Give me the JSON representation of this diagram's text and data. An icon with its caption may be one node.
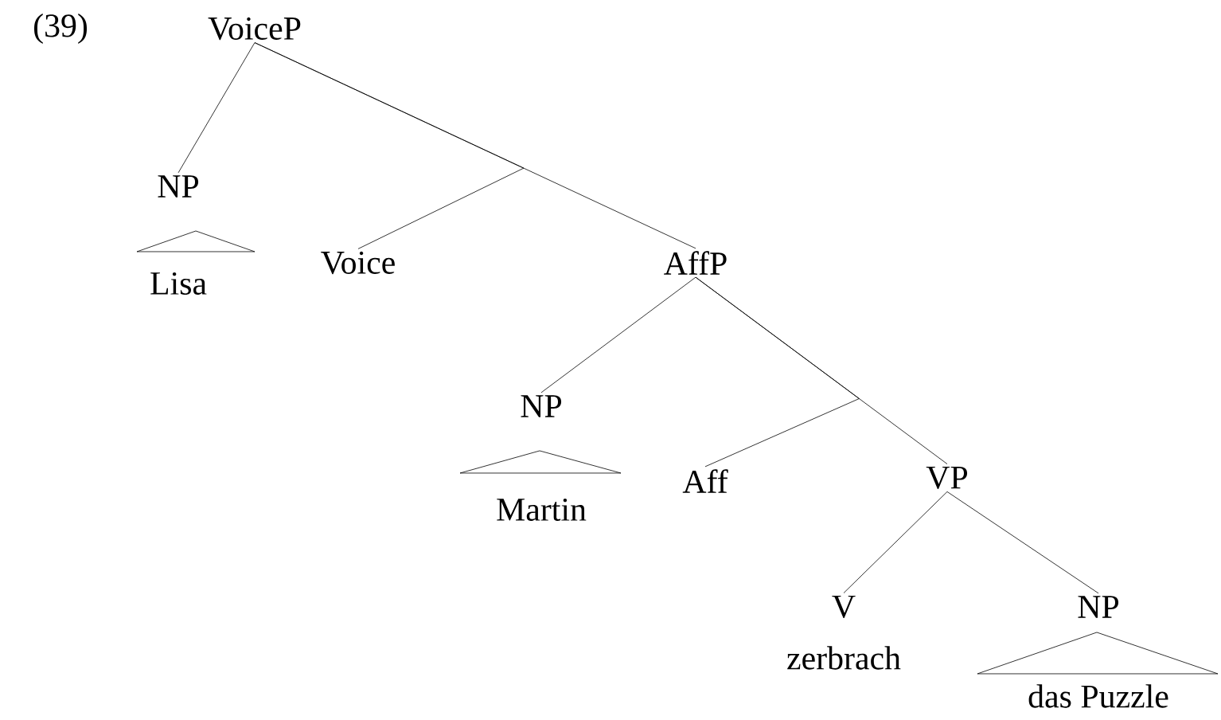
{
  "diagram": {
    "nodes": [
      {
        "text": [
          "VoiceP"
        ]
      },
      {
        "text": [
          "NP"
        ],
        "beside": [
          "Lisa"
        ]
      },
      {
        "text": [
          "Voice"
        ]
      },
      {
        "text": [
          "AffP"
        ]
      },
      {
        "text": [
          "NP"
        ],
        "beside": [
          "Martin"
        ]
      },
      {
        "text": [
          "Aff"
        ]
      },
      {
        "text": [
          "VP"
        ]
      },
      {
        "text": [
          "V"
        ],
        "beside": [
          "zerbrach"
        ]
      },
      {
        "text": [
          "NP"
        ],
        "beside": [
          "das Puzzle"
        ]
      }
    ],
    "edges": [
      {
        "from": 0,
        "to": 1,
        "arrow": "none"
      },
      {
        "from": 0,
        "to": 2,
        "arrow": "none"
      },
      {
        "from": 0,
        "to": 3,
        "arrow": "none"
      },
      {
        "from": 3,
        "to": 4,
        "arrow": "none"
      },
      {
        "from": 3,
        "to": 5,
        "arrow": "none"
      },
      {
        "from": 3,
        "to": 6,
        "arrow": "none"
      },
      {
        "from": 6,
        "to": 7,
        "arrow": "none"
      },
      {
        "from": 6,
        "to": 8,
        "arrow": "none"
      }
    ],
    "labels": [
      "(39)"
    ]
  }
}
